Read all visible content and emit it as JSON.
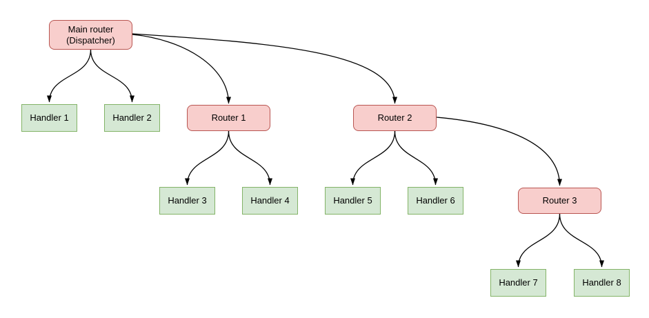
{
  "diagram": {
    "type": "tree",
    "colors": {
      "router_fill": "#f8cecc",
      "router_stroke": "#b85450",
      "handler_fill": "#d5e8d4",
      "handler_stroke": "#82b366",
      "edge": "#000000",
      "background": "#ffffff",
      "text": "#000000"
    },
    "nodes": [
      {
        "id": "main",
        "label": "Main router (Dispatcher)",
        "type": "router"
      },
      {
        "id": "handler1",
        "label": "Handler 1",
        "type": "handler"
      },
      {
        "id": "handler2",
        "label": "Handler 2",
        "type": "handler"
      },
      {
        "id": "router1",
        "label": "Router 1",
        "type": "router"
      },
      {
        "id": "router2",
        "label": "Router 2",
        "type": "router"
      },
      {
        "id": "handler3",
        "label": "Handler 3",
        "type": "handler"
      },
      {
        "id": "handler4",
        "label": "Handler 4",
        "type": "handler"
      },
      {
        "id": "handler5",
        "label": "Handler 5",
        "type": "handler"
      },
      {
        "id": "handler6",
        "label": "Handler 6",
        "type": "handler"
      },
      {
        "id": "router3",
        "label": "Router 3",
        "type": "router"
      },
      {
        "id": "handler7",
        "label": "Handler 7",
        "type": "handler"
      },
      {
        "id": "handler8",
        "label": "Handler 8",
        "type": "handler"
      }
    ],
    "edges": [
      {
        "from": "main",
        "to": "handler1"
      },
      {
        "from": "main",
        "to": "handler2"
      },
      {
        "from": "main",
        "to": "router1"
      },
      {
        "from": "main",
        "to": "router2"
      },
      {
        "from": "router1",
        "to": "handler3"
      },
      {
        "from": "router1",
        "to": "handler4"
      },
      {
        "from": "router2",
        "to": "handler5"
      },
      {
        "from": "router2",
        "to": "handler6"
      },
      {
        "from": "router2",
        "to": "router3"
      },
      {
        "from": "router3",
        "to": "handler7"
      },
      {
        "from": "router3",
        "to": "handler8"
      }
    ]
  }
}
